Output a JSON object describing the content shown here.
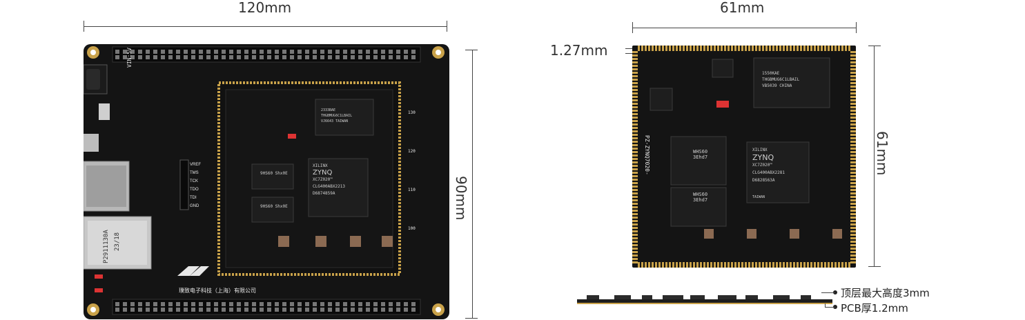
{
  "dimensions": {
    "main_width": "120mm",
    "main_height": "90mm",
    "core_width": "61mm",
    "core_height": "61mm",
    "pin_pitch": "1.27mm"
  },
  "side_notes": {
    "top_height": "顶层最大高度3mm",
    "pcb_thickness": "PCB厚1.2mm"
  },
  "main_board": {
    "silk_vin": "VIN:5V",
    "rtc_marking": "P2911130A",
    "rtc_sub": "23/18",
    "company_silk": "璞致电子科技（上海）有限公司",
    "jtag_pins": [
      "VREF",
      "TMS",
      "TCK",
      "TDO",
      "TDI",
      "GND"
    ],
    "fpga_brand": "XILINX",
    "fpga_name": "ZYNQ",
    "fpga_model": "XC7Z020™",
    "fpga_pkg": "CLG400ABX2213",
    "fpga_lot": "D6874859A",
    "emmc_line1": "2333BAE",
    "emmc_line2": "THGBMUG6C1LBAIL",
    "emmc_line3": "VJ6643 TAIWAN",
    "ddr_mark": "9HS60 Shx0E",
    "side_ticks": [
      "130",
      "120",
      "110",
      "100"
    ]
  },
  "core_board": {
    "fpga_brand": "XILINX",
    "fpga_name": "ZYNQ",
    "fpga_model": "XC7Z020™",
    "fpga_pkg": "CLG400ABX2281",
    "fpga_lot": "D6828563A",
    "fpga_origin": "TAIWAN",
    "emmc_line1": "1550KAE",
    "emmc_line2": "THGBMUG6C1LBAIL",
    "emmc_line3": "VB5039 CHINA",
    "ddr_mark": "WHS60 3Ehd7",
    "side_silk": "PZ-ZYNQ7020-"
  },
  "colors": {
    "pcb": "#141414",
    "gold": "#c9a24a",
    "silk": "#e8e8e8",
    "chip": "#1e1e1e"
  }
}
